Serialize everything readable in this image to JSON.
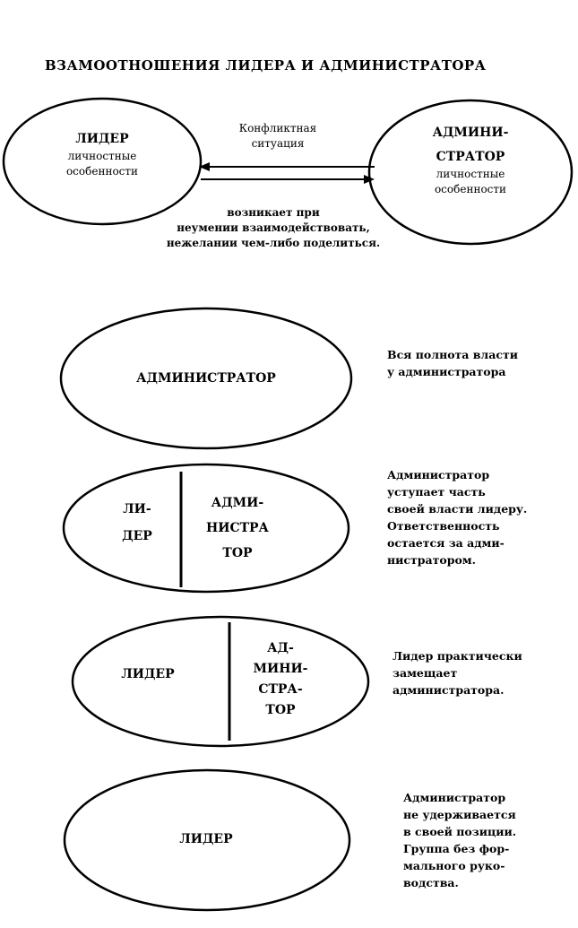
{
  "title": "ВЗАМООТНОШЕНИЯ ЛИДЕРА И АДМИНИСТРАТОРА",
  "top": {
    "leader": {
      "name": "ЛИДЕР",
      "traits": [
        "личностные",
        "особенности"
      ]
    },
    "admin": {
      "name": [
        "АДМИНИ-",
        "СТРАТОР"
      ],
      "traits": [
        "личностные",
        "особенности"
      ]
    },
    "conflict": [
      "Конфликтная",
      "ситуация"
    ],
    "cause": [
      "возникает при",
      "неумении взаимодействовать,",
      "нежелании чем-либо поделиться."
    ]
  },
  "stages": [
    {
      "label": "АДМИНИСТРАТОР",
      "note": [
        "Вся полнота власти",
        "у администратора"
      ]
    },
    {
      "left": [
        "ЛИ-",
        "ДЕР"
      ],
      "right": [
        "АДМИ-",
        "НИСТРА",
        "ТОР"
      ],
      "note": [
        "Администратор",
        "уступает часть",
        "своей власти лидеру.",
        "Ответственность",
        "остается за адми-",
        "нистратором."
      ]
    },
    {
      "left": [
        "ЛИДЕР"
      ],
      "right": [
        "АД-",
        "МИНИ-",
        "СТРА-",
        "ТОР"
      ],
      "note": [
        "Лидер практически",
        "замещает",
        "администратора."
      ]
    },
    {
      "label": "ЛИДЕР",
      "note": [
        "Администратор",
        "не удерживается",
        "в своей позиции.",
        "Группа без фор-",
        "мального руко-",
        "водства."
      ]
    }
  ]
}
